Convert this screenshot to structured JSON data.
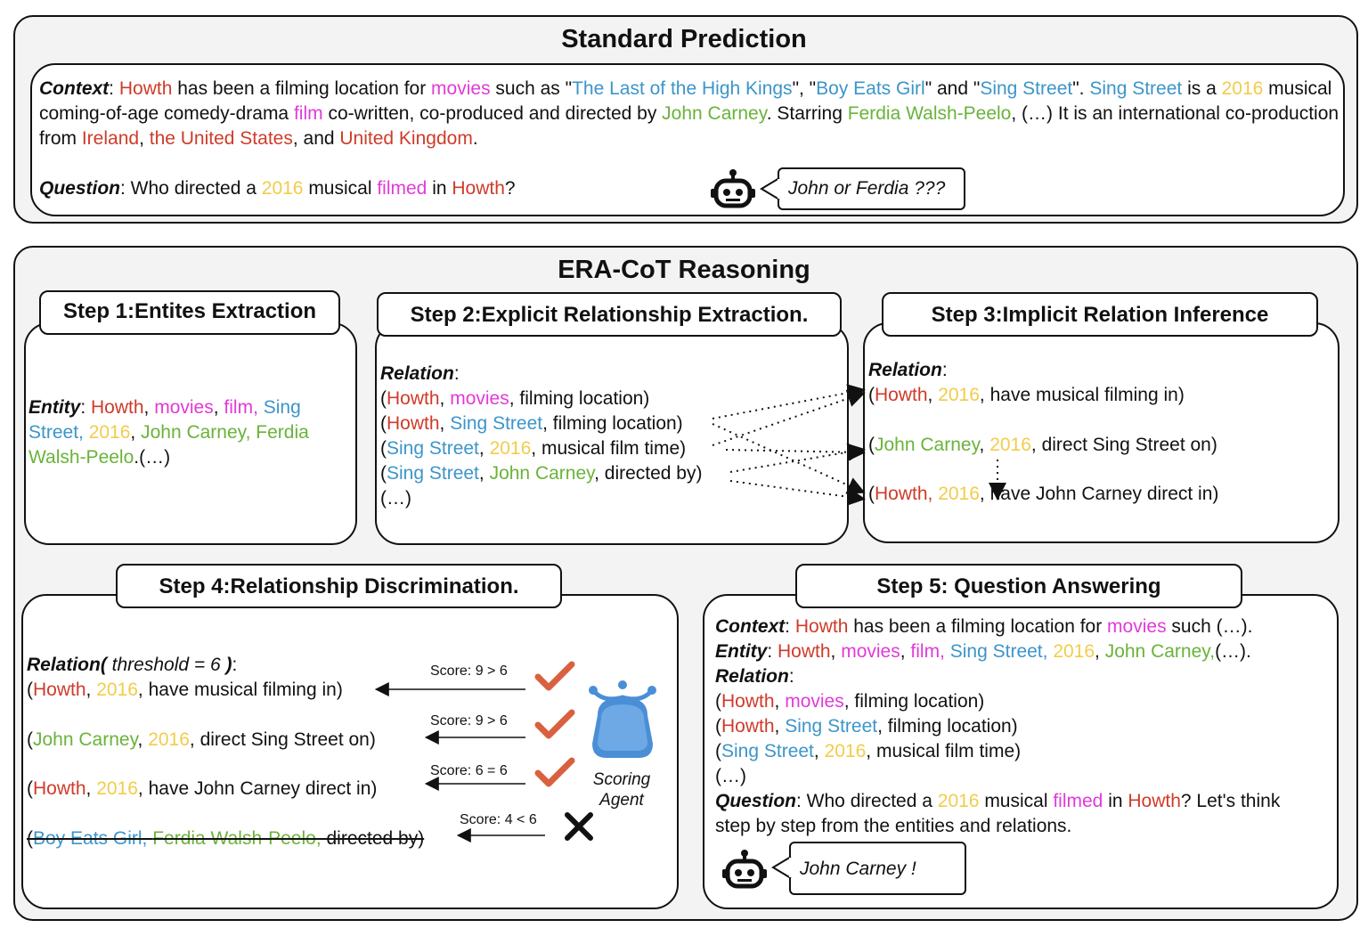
{
  "standard": {
    "title": "Standard Prediction",
    "context_label": "Context",
    "ctx": {
      "howth": "Howth",
      "t1": " has been a filming location for ",
      "movies": "movies",
      "t2": " such as \"",
      "kings": "The Last of the High Kings",
      "t3": "\", \"",
      "boy": "Boy Eats Girl",
      "t4": "\" and \"",
      "sing1": "Sing Street",
      "t5": "\". ",
      "sing2": "Sing Street",
      "t6": " is a ",
      "y2016": "2016",
      "t7": " musical coming-of-age comedy-drama ",
      "film": "film",
      "t8": " co-written, co-produced and directed by ",
      "carney": "John Carney",
      "t9": ". Starring ",
      "ferdia": "Ferdia Walsh-Peelo",
      "t10": ", (…) It is an international co-production from ",
      "ireland": "Ireland",
      "t11": ", ",
      "us": "the United States",
      "t12": ", and ",
      "uk": "United Kingdom",
      "t13": "."
    },
    "question_label": "Question",
    "q": {
      "t1": ": Who directed a ",
      "y2016": "2016",
      "t2": " musical ",
      "filmed": "filmed",
      "t3": " in ",
      "howth": "Howth",
      "t4": "?"
    },
    "answer": "John or Ferdia ???"
  },
  "era": {
    "title": "ERA-CoT Reasoning",
    "step1": {
      "tag": "Step 1:Entites Extraction",
      "label": "Entity",
      "colon": ": ",
      "howth": "Howth",
      "c1": ", ",
      "movies": "movies",
      "c2": ", ",
      "film": "film, ",
      "sing": "Sing Street, ",
      "y2016": "2016",
      "c3": ", ",
      "carney": "John Carney, Ferdia Walsh-Peelo",
      "end": ".(…)"
    },
    "step2": {
      "tag": "Step 2:Explicit Relationship Extraction.",
      "label": "Relation",
      "colon": ":",
      "r1": {
        "o": "(",
        "a": "Howth",
        "s": ", ",
        "b": "movies",
        "e": ", filming location)"
      },
      "r2": {
        "o": "(",
        "a": "Howth",
        "s": ", ",
        "b": "Sing Street",
        "e": ", filming location)"
      },
      "r3": {
        "o": "(",
        "a": "Sing Street",
        "s": ", ",
        "b": "2016",
        "e": ", musical film time)"
      },
      "r4": {
        "o": "(",
        "a": "Sing Street",
        "s": ", ",
        "b": "John Carney",
        "e": ", directed by)"
      },
      "more": "(…)"
    },
    "step3": {
      "tag": "Step 3:Implicit Relation Inference",
      "label": "Relation",
      "colon": ":",
      "r1": {
        "o": "(",
        "a": "Howth",
        "s": ", ",
        "b": "2016",
        "e": ", have musical filming in)"
      },
      "r2": {
        "o": "(",
        "a": "John Carney",
        "s": ", ",
        "b": "2016",
        "e": ", direct Sing Street on)"
      },
      "r3": {
        "o": "(",
        "a": "Howth, ",
        "b": "2016",
        "e": ", have John Carney direct in)"
      }
    },
    "step4": {
      "tag": "Step 4:Relationship Discrimination.",
      "label": "Relation( ",
      "threshold": "threshold = 6",
      "label_end": " )",
      "colon": ":",
      "r1": {
        "o": "(",
        "a": "Howth",
        "s": ", ",
        "b": "2016",
        "e": ", have musical filming in)"
      },
      "r2": {
        "o": "(",
        "a": "John Carney",
        "s": ", ",
        "b": "2016",
        "e": ", direct Sing Street on)"
      },
      "r3": {
        "o": "(",
        "a": "Howth",
        "s": ", ",
        "b": "2016",
        "e": ", have John Carney direct in)"
      },
      "r4": {
        "o": "(",
        "a": "Boy Eats Girl, ",
        "b": "Ferdia Walsh-Peelo, ",
        "e": "directed by)"
      },
      "scores": [
        "Score: 9 > 6",
        "Score: 9 > 6",
        "Score: 6 = 6",
        "Score: 4 < 6"
      ],
      "agent_line1": "Scoring",
      "agent_line2": "Agent"
    },
    "step5": {
      "tag": "Step 5: Question Answering",
      "context_label": "Context",
      "ctx": {
        "c": ": ",
        "howth": "Howth",
        "t1": " has been a filming location for ",
        "movies": "movies",
        "t2": " such (…)."
      },
      "entity_label": "Entity",
      "ent": {
        "c": ": ",
        "howth": "Howth",
        "c1": ", ",
        "movies": "movies",
        "c2": ", ",
        "film": "film, ",
        "sing": "Sing Street, ",
        "y2016": "2016",
        "c3": ", ",
        "carney": "John Carney,",
        "end": "(…)."
      },
      "relation_label": "Relation",
      "relation_colon": ":",
      "r1": {
        "o": "(",
        "a": "Howth",
        "s": ", ",
        "b": "movies",
        "e": ", filming location)"
      },
      "r2": {
        "o": "(",
        "a": "Howth",
        "s": ", ",
        "b": "Sing Street",
        "e": ", filming location)"
      },
      "r3": {
        "o": "(",
        "a": "Sing Street",
        "s": ", ",
        "b": "2016",
        "e": ", musical film time)"
      },
      "more": "(…)",
      "question_label": "Question",
      "q": {
        "t1": ": Who directed a ",
        "y2016": "2016",
        "t2": " musical ",
        "filmed": "filmed",
        "t3": " in ",
        "howth": "Howth",
        "t4": "? Let's think step by step from the entities and relations."
      },
      "answer": "John Carney !"
    }
  },
  "colors": {
    "location": "#cf3b2a",
    "category": "#e23ad8",
    "title": "#3c95c9",
    "year": "#f2cc4a",
    "person": "#6ab33a",
    "check": "#d9613f",
    "agent": "#4a8fd6"
  },
  "icons": [
    "robot-icon",
    "check-icon",
    "cross-icon",
    "scoring-agent-icon"
  ]
}
